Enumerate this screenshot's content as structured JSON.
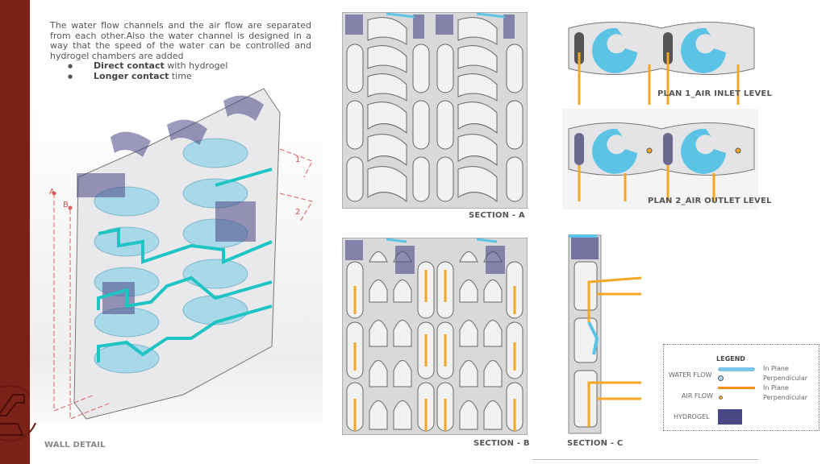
{
  "intro": {
    "paragraph": "The water flow channels and the air flow are separated from each other.Also the water channel is designed in a way that the speed of the water can be controlled and hydrogel chambers are added",
    "bullets": [
      {
        "bold": "Direct contact",
        "rest": " with hydrogel"
      },
      {
        "bold": "Longer contact",
        "rest": " time"
      }
    ]
  },
  "wall_detail": {
    "title": "WALL DETAIL",
    "markers": [
      "A",
      "B",
      "1",
      "2"
    ]
  },
  "sections": {
    "a": "SECTION - A",
    "b": "SECTION - B",
    "c": "SECTION - C"
  },
  "plans": {
    "plan1": "PLAN 1_AIR INLET LEVEL",
    "plan2": "PLAN 2_AIR OUTLET LEVEL"
  },
  "legend": {
    "title": "LEGEND",
    "water_flow": "WATER FLOW",
    "air_flow": "AIR FLOW",
    "hydrogel": "HYDROGEL",
    "in_plane": "In Plane",
    "perpendicular": "Perpendicular"
  },
  "colors": {
    "brand": "#7a2218",
    "water": "#5bc3e6",
    "air": "#f5a623",
    "hydrogel": "#4a4785",
    "pipe": "#1fc4c4"
  }
}
